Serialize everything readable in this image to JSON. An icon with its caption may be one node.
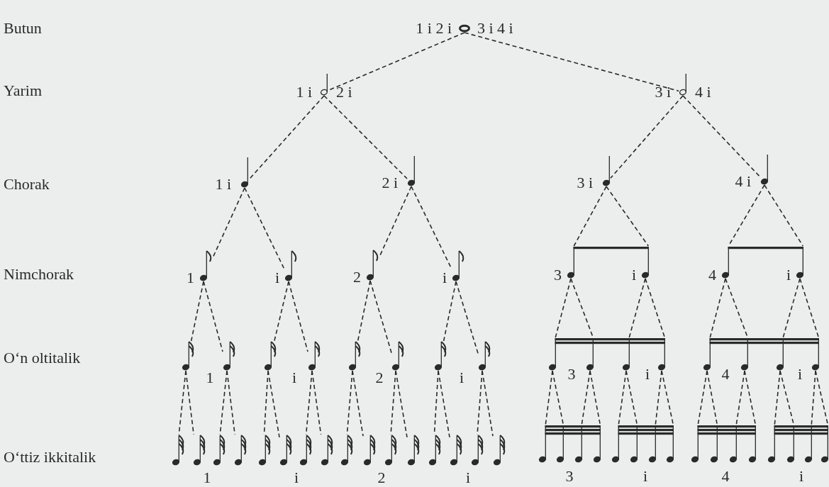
{
  "diagram": {
    "nodes": [
      {
        "text": [],
        "shape": "note",
        "beside": [
          "1 i 2 i",
          "3 i 4 i"
        ]
      },
      {
        "text": [],
        "shape": "note",
        "beside": [
          "1 i",
          "2 i"
        ]
      },
      {
        "text": [],
        "shape": "note",
        "beside": [
          "3 i",
          "4 i"
        ]
      },
      {
        "text": [],
        "shape": "note",
        "beside": [
          "1 i"
        ]
      },
      {
        "text": [],
        "shape": "note",
        "beside": [
          "2 i"
        ]
      },
      {
        "text": [],
        "shape": "note",
        "beside": [
          "3 i"
        ]
      },
      {
        "text": [],
        "shape": "note",
        "beside": [
          "4 i"
        ]
      },
      {
        "text": [],
        "shape": "note",
        "beside": [
          "1"
        ]
      },
      {
        "text": [],
        "shape": "note",
        "beside": [
          "i"
        ]
      },
      {
        "text": [],
        "shape": "note",
        "beside": [
          "2"
        ]
      },
      {
        "text": [],
        "shape": "note",
        "beside": [
          "i"
        ]
      },
      {
        "text": [],
        "shape": "note",
        "beside": [
          "3"
        ]
      },
      {
        "text": [],
        "shape": "note",
        "beside": [
          "i"
        ]
      },
      {
        "text": [],
        "shape": "note",
        "beside": [
          "4"
        ]
      },
      {
        "text": [],
        "shape": "note",
        "beside": [
          "i"
        ]
      },
      {
        "text": [],
        "shape": "note"
      },
      {
        "text": [],
        "shape": "note"
      },
      {
        "text": [],
        "shape": "note"
      },
      {
        "text": [],
        "shape": "note"
      },
      {
        "text": [],
        "shape": "note"
      },
      {
        "text": [],
        "shape": "note"
      },
      {
        "text": [],
        "shape": "note"
      },
      {
        "text": [],
        "shape": "note"
      },
      {
        "text": [],
        "shape": "note"
      },
      {
        "text": [],
        "shape": "note"
      },
      {
        "text": [],
        "shape": "note"
      },
      {
        "text": [],
        "shape": "note"
      },
      {
        "text": [],
        "shape": "note"
      },
      {
        "text": [],
        "shape": "note"
      },
      {
        "text": [],
        "shape": "note"
      },
      {
        "text": [],
        "shape": "note"
      },
      {
        "text": [],
        "shape": "note"
      },
      {
        "text": [],
        "shape": "note"
      },
      {
        "text": [],
        "shape": "note"
      },
      {
        "text": [],
        "shape": "note"
      },
      {
        "text": [],
        "shape": "note"
      },
      {
        "text": [],
        "shape": "note"
      },
      {
        "text": [],
        "shape": "note"
      },
      {
        "text": [],
        "shape": "note"
      },
      {
        "text": [],
        "shape": "note"
      },
      {
        "text": [],
        "shape": "note"
      },
      {
        "text": [],
        "shape": "note"
      },
      {
        "text": [],
        "shape": "note"
      },
      {
        "text": [],
        "shape": "note"
      },
      {
        "text": [],
        "shape": "note"
      },
      {
        "text": [],
        "shape": "note"
      },
      {
        "text": [],
        "shape": "note"
      },
      {
        "text": [],
        "shape": "note"
      },
      {
        "text": [],
        "shape": "note"
      },
      {
        "text": [],
        "shape": "note"
      },
      {
        "text": [],
        "shape": "note"
      },
      {
        "text": [],
        "shape": "note"
      },
      {
        "text": [],
        "shape": "note"
      },
      {
        "text": [],
        "shape": "note"
      },
      {
        "text": [],
        "shape": "note"
      },
      {
        "text": [],
        "shape": "note"
      },
      {
        "text": [],
        "shape": "note"
      },
      {
        "text": [],
        "shape": "note"
      },
      {
        "text": [],
        "shape": "note"
      },
      {
        "text": [],
        "shape": "note"
      },
      {
        "text": [],
        "shape": "note"
      },
      {
        "text": [],
        "shape": "note"
      },
      {
        "text": [],
        "shape": "note"
      }
    ],
    "edges": [
      {
        "from": 0,
        "to": 1,
        "arrow": "none"
      },
      {
        "from": 0,
        "to": 2,
        "arrow": "none"
      },
      {
        "from": 1,
        "to": 3,
        "arrow": "none"
      },
      {
        "from": 1,
        "to": 4,
        "arrow": "none"
      },
      {
        "from": 2,
        "to": 5,
        "arrow": "none"
      },
      {
        "from": 2,
        "to": 6,
        "arrow": "none"
      },
      {
        "from": 3,
        "to": 7,
        "arrow": "none"
      },
      {
        "from": 3,
        "to": 8,
        "arrow": "none"
      },
      {
        "from": 4,
        "to": 9,
        "arrow": "none"
      },
      {
        "from": 4,
        "to": 10,
        "arrow": "none"
      },
      {
        "from": 5,
        "to": 11,
        "arrow": "none"
      },
      {
        "from": 5,
        "to": 12,
        "arrow": "none"
      },
      {
        "from": 6,
        "to": 13,
        "arrow": "none"
      },
      {
        "from": 6,
        "to": 14,
        "arrow": "none"
      },
      {
        "from": 7,
        "to": 15,
        "arrow": "none"
      },
      {
        "from": 7,
        "to": 16,
        "arrow": "none"
      },
      {
        "from": 8,
        "to": 17,
        "arrow": "none"
      },
      {
        "from": 8,
        "to": 18,
        "arrow": "none"
      },
      {
        "from": 9,
        "to": 19,
        "arrow": "none"
      },
      {
        "from": 9,
        "to": 20,
        "arrow": "none"
      },
      {
        "from": 10,
        "to": 21,
        "arrow": "none"
      },
      {
        "from": 10,
        "to": 22,
        "arrow": "none"
      },
      {
        "from": 11,
        "to": 23,
        "arrow": "none"
      },
      {
        "from": 11,
        "to": 24,
        "arrow": "none"
      },
      {
        "from": 12,
        "to": 25,
        "arrow": "none"
      },
      {
        "from": 12,
        "to": 26,
        "arrow": "none"
      },
      {
        "from": 13,
        "to": 27,
        "arrow": "none"
      },
      {
        "from": 13,
        "to": 28,
        "arrow": "none"
      },
      {
        "from": 14,
        "to": 29,
        "arrow": "none"
      },
      {
        "from": 14,
        "to": 30,
        "arrow": "none"
      },
      {
        "from": 15,
        "to": 31,
        "arrow": "none"
      },
      {
        "from": 15,
        "to": 32,
        "arrow": "none"
      },
      {
        "from": 16,
        "to": 33,
        "arrow": "none"
      },
      {
        "from": 16,
        "to": 34,
        "arrow": "none"
      },
      {
        "from": 17,
        "to": 35,
        "arrow": "none"
      },
      {
        "from": 17,
        "to": 36,
        "arrow": "none"
      },
      {
        "from": 18,
        "to": 37,
        "arrow": "none"
      },
      {
        "from": 18,
        "to": 38,
        "arrow": "none"
      },
      {
        "from": 19,
        "to": 39,
        "arrow": "none"
      },
      {
        "from": 19,
        "to": 40,
        "arrow": "none"
      },
      {
        "from": 20,
        "to": 41,
        "arrow": "none"
      },
      {
        "from": 20,
        "to": 42,
        "arrow": "none"
      },
      {
        "from": 21,
        "to": 43,
        "arrow": "none"
      },
      {
        "from": 21,
        "to": 44,
        "arrow": "none"
      },
      {
        "from": 22,
        "to": 45,
        "arrow": "none"
      },
      {
        "from": 22,
        "to": 46,
        "arrow": "none"
      },
      {
        "from": 23,
        "to": 47,
        "arrow": "none"
      },
      {
        "from": 23,
        "to": 48,
        "arrow": "none"
      },
      {
        "from": 24,
        "to": 49,
        "arrow": "none"
      },
      {
        "from": 24,
        "to": 50,
        "arrow": "none"
      },
      {
        "from": 25,
        "to": 51,
        "arrow": "none"
      },
      {
        "from": 25,
        "to": 52,
        "arrow": "none"
      },
      {
        "from": 26,
        "to": 53,
        "arrow": "none"
      },
      {
        "from": 26,
        "to": 54,
        "arrow": "none"
      },
      {
        "from": 27,
        "to": 55,
        "arrow": "none"
      },
      {
        "from": 27,
        "to": 56,
        "arrow": "none"
      },
      {
        "from": 28,
        "to": 57,
        "arrow": "none"
      },
      {
        "from": 28,
        "to": 58,
        "arrow": "none"
      },
      {
        "from": 29,
        "to": 59,
        "arrow": "none"
      },
      {
        "from": 29,
        "to": 60,
        "arrow": "none"
      },
      {
        "from": 30,
        "to": 61,
        "arrow": "none"
      },
      {
        "from": 30,
        "to": 62,
        "arrow": "none"
      }
    ],
    "labels": [
      "Butun",
      "Yarim",
      "Chorak",
      "Nimchorak",
      "O‘n oltitalik",
      "1",
      "i",
      "2",
      "i",
      "3",
      "i",
      "4",
      "i",
      "O‘ttiz ikkitalik",
      "1",
      "i",
      "2",
      "i",
      "3",
      "i",
      "4",
      "i"
    ]
  }
}
